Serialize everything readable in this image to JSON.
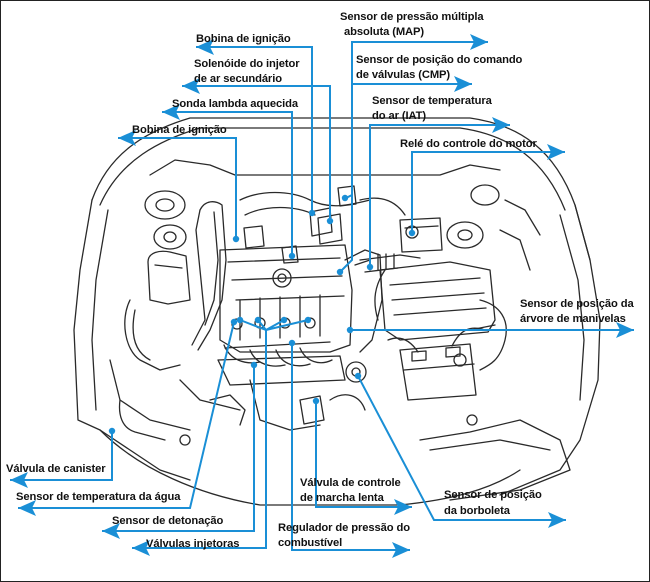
{
  "labels": {
    "bobina_ignicao_1": "Bobina de ignição",
    "map_l1": "Sensor de pressão múltipla",
    "map_l2": "absoluta (MAP)",
    "solenoide_l1": "Solenóide do injetor",
    "solenoide_l2": "de ar secundário",
    "cmp_l1": "Sensor de posição do comando",
    "cmp_l2": "de válvulas (CMP)",
    "sonda_lambda": "Sonda lambda aquecida",
    "iat_l1": "Sensor de temperatura",
    "iat_l2": "do ar (IAT)",
    "bobina_ignicao_2": "Bobina de ignição",
    "rele_motor": "Relé do controle do motor",
    "ckp_l1": "Sensor de posição da",
    "ckp_l2": "árvore de manivelas",
    "canister": "Válvula de canister",
    "temp_agua": "Sensor de temperatura da água",
    "marcha_lenta_l1": "Válvula de controle",
    "marcha_lenta_l2": "de marcha lenta",
    "borboleta_l1": "Sensor de posição",
    "borboleta_l2": "da borboleta",
    "detonacao": "Sensor de detonação",
    "regulador_l1": "Regulador de pressão do",
    "regulador_l2": "combustível",
    "injetoras": "Válvulas injetoras"
  },
  "colors": {
    "callout": "#1a8fd6",
    "drawing": "#2a2a2a",
    "text": "#111111"
  }
}
